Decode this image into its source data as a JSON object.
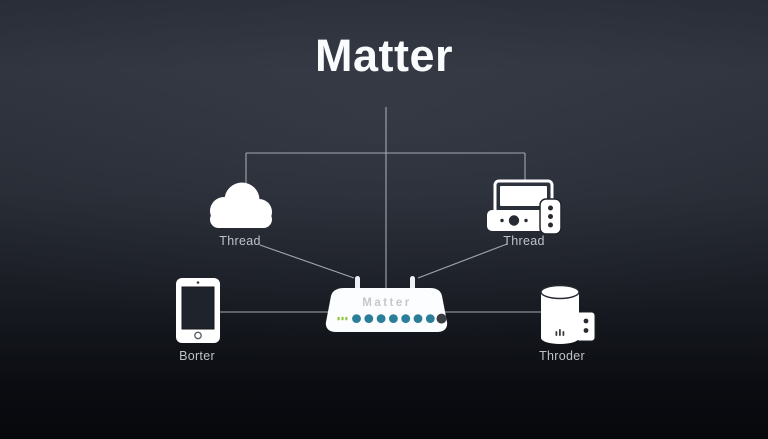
{
  "title": "Matter",
  "nodes": {
    "cloud": {
      "label": "Thread"
    },
    "media": {
      "label": "Thread"
    },
    "tablet": {
      "label": "Borter"
    },
    "speaker": {
      "label": "Throder"
    },
    "router": {
      "label": "Matter",
      "leds": {
        "green_dashes": 3,
        "teal_circles": 7,
        "dark_circles": 1
      }
    }
  },
  "colors": {
    "background_top": "#2f333d",
    "background_bottom": "#07080c",
    "line": "#a3a8b0",
    "device_fill": "#ffffff",
    "device_detail_dark": "#262a33",
    "label_text": "#bfc2c8",
    "title_text": "#fafbfc",
    "router_text": "#c5c7cc",
    "led_teal": "#2b7e99",
    "led_dark": "#3a3e44",
    "led_green": "#8dc43f"
  }
}
